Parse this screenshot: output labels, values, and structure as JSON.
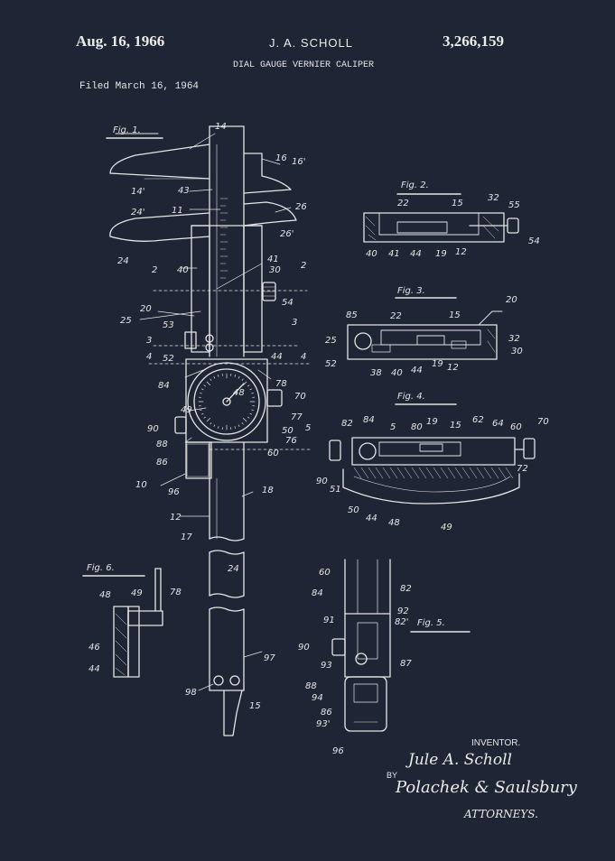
{
  "header": {
    "date": "Aug. 16, 1966",
    "inventor_name": "J. A. SCHOLL",
    "patent_number": "3,266,159",
    "title": "DIAL GAUGE VERNIER CALIPER",
    "filed": "Filed March 16, 1964"
  },
  "figures": {
    "fig1": "Fig. 1.",
    "fig2": "Fig. 2.",
    "fig3": "Fig. 3.",
    "fig4": "Fig. 4.",
    "fig5": "Fig. 5.",
    "fig6": "Fig. 6."
  },
  "refs": {
    "fig1": [
      "14",
      "16",
      "16'",
      "14'",
      "43",
      "11",
      "26",
      "24'",
      "26'",
      "24",
      "41",
      "40",
      "30",
      "2",
      "2",
      "54",
      "20",
      "25",
      "53",
      "3",
      "3",
      "52",
      "44",
      "4",
      "4",
      "84",
      "78",
      "70",
      "49",
      "48",
      "50",
      "77",
      "90",
      "88",
      "76",
      "60",
      "86",
      "10",
      "96",
      "18",
      "12",
      "17",
      "24",
      "97",
      "98",
      "15"
    ],
    "fig2": [
      "22",
      "15",
      "32",
      "55",
      "54",
      "40",
      "41",
      "44",
      "19",
      "12"
    ],
    "fig3": [
      "20",
      "85",
      "22",
      "15",
      "32",
      "25",
      "30",
      "52",
      "38",
      "40",
      "44",
      "19",
      "12"
    ],
    "fig4": [
      "82",
      "84",
      "5",
      "80",
      "19",
      "15",
      "62",
      "64",
      "60",
      "70",
      "72",
      "90",
      "51",
      "50",
      "44",
      "48",
      "49",
      "5"
    ],
    "fig5": [
      "60",
      "84",
      "82",
      "92",
      "82'",
      "91",
      "90",
      "93",
      "87",
      "88",
      "94",
      "86",
      "93'",
      "96"
    ],
    "fig6": [
      "48",
      "49",
      "78",
      "46",
      "44"
    ]
  },
  "signature": {
    "inventor_label": "INVENTOR.",
    "inventor_signature": "Jule A. Scholl",
    "by": "BY",
    "attorneys_signature": "Polachek & Saulsbury",
    "attorneys_label": "ATTORNEYS."
  },
  "colors": {
    "background": "#1e2535",
    "ink": "#e6e6e2"
  }
}
